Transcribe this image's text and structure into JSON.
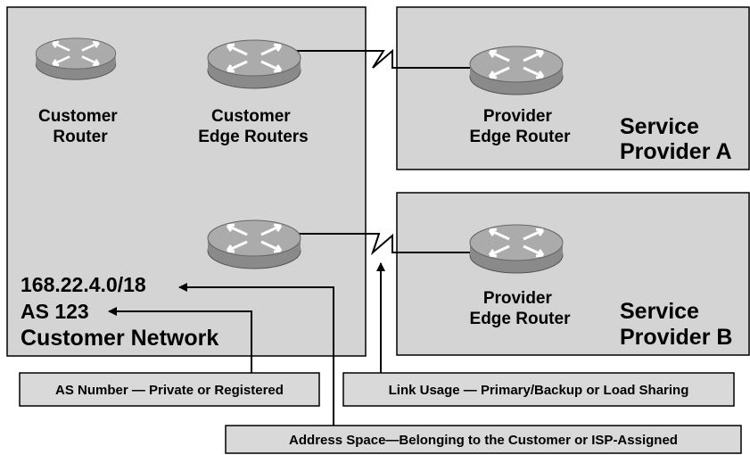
{
  "customer_network": {
    "customer_router_label": [
      "Customer",
      "Router"
    ],
    "edge_routers_label": [
      "Customer",
      "Edge Routers"
    ],
    "address_prefix": "168.22.4.0/18",
    "as_number": "AS 123",
    "title": "Customer Network"
  },
  "provider_a": {
    "router_label": [
      "Provider",
      "Edge Router"
    ],
    "title": [
      "Service",
      "Provider A"
    ]
  },
  "provider_b": {
    "router_label": [
      "Provider",
      "Edge Router"
    ],
    "title": [
      "Service",
      "Provider B"
    ]
  },
  "callouts": {
    "as_number": "AS Number — Private or Registered",
    "link_usage": "Link Usage — Primary/Backup or Load Sharing",
    "address_space": "Address Space—Belonging to the Customer or ISP-Assigned"
  },
  "colors": {
    "panel_fill": "#d4d4d4",
    "router_body": "#8f8f8f",
    "router_top": "#a9a9a9",
    "callout_fill": "#d9d9d9"
  }
}
